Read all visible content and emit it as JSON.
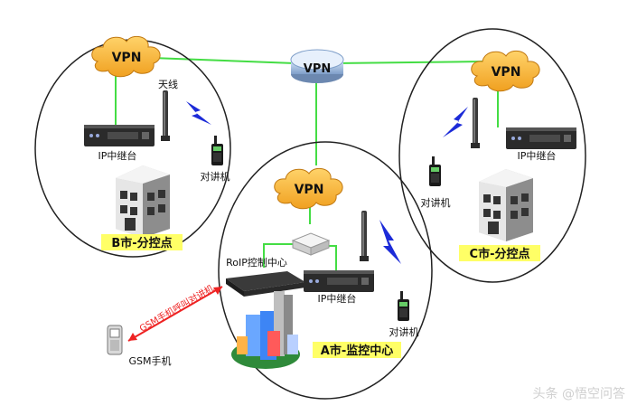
{
  "network": {
    "vpn_center": "VPN",
    "vpn_b": "VPN",
    "vpn_a": "VPN",
    "vpn_c": "VPN"
  },
  "b_city": {
    "antenna_label": "天线",
    "repeater_label": "IP中继台",
    "radio_label": "对讲机",
    "site_label": "B市-分控点"
  },
  "c_city": {
    "repeater_label": "IP中继台",
    "radio_label": "对讲机",
    "site_label": "C市-分控点"
  },
  "a_city": {
    "roip_label": "RoIP控制中心",
    "repeater_label": "IP中继台",
    "radio_label": "对讲机",
    "site_label": "A市-监控中心"
  },
  "gsm": {
    "phone_label": "GSM手机",
    "call_label": "GSM手机呼叫对讲机"
  },
  "watermark": "头条 @悟空问答",
  "colors": {
    "link": "#44dd44",
    "label_bg": "#ffff66",
    "call_arrow": "#ee2222",
    "lightning": "#1c2bd8"
  }
}
